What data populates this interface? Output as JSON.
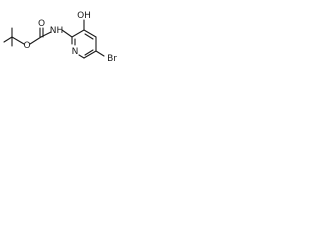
{
  "diagram": {
    "type": "chemical-structure",
    "atom_labels": {
      "carbonyl_oxygen": "O",
      "ester_oxygen": "O",
      "amide_nitrogen": "NH",
      "hydroxyl": "OH",
      "ring_nitrogen": "N",
      "bromine": "Br"
    }
  }
}
